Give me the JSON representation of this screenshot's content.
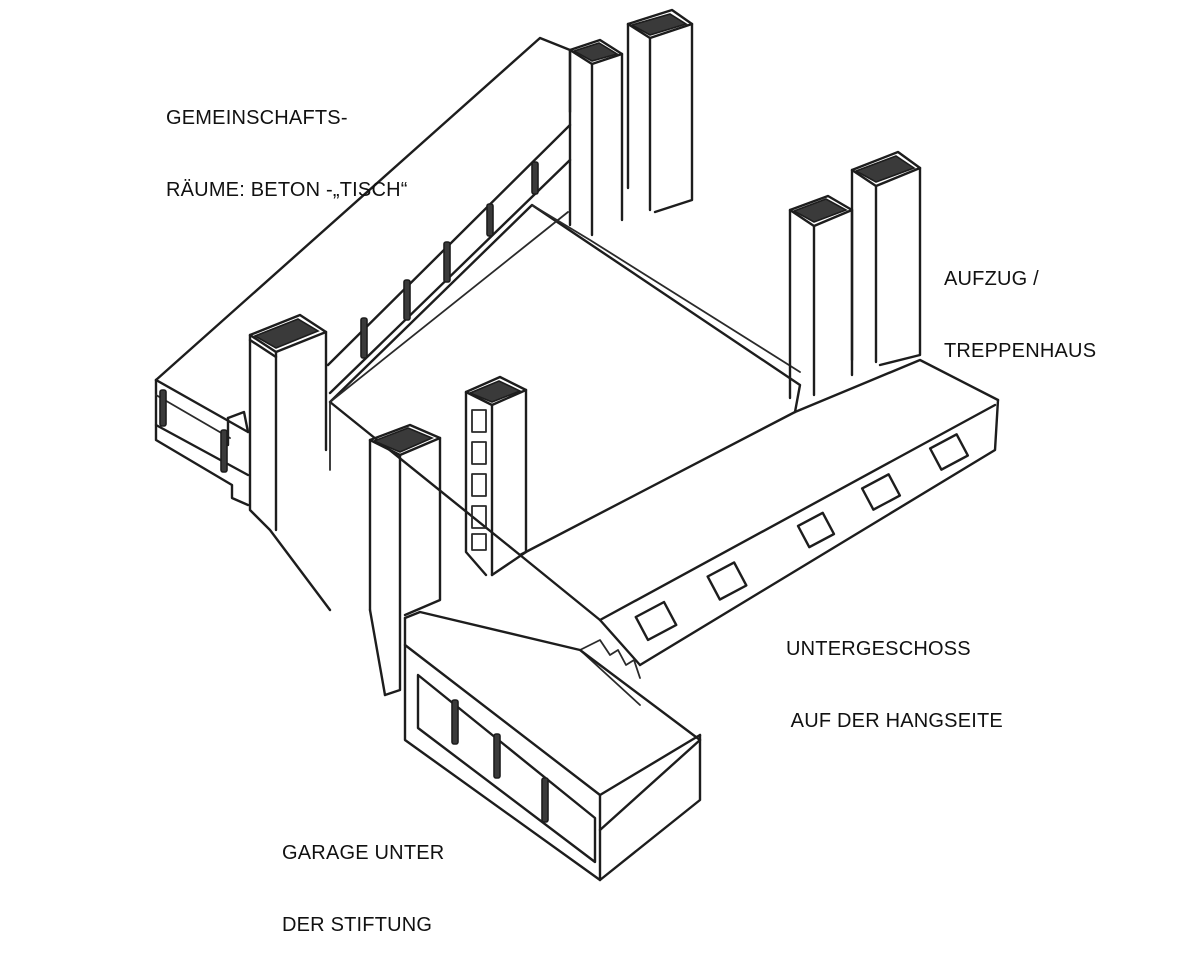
{
  "labels": {
    "gemeinschaftsraeume": {
      "line1": "GEMEINSCHAFTS-",
      "line2": "RÄUME: BETON -„TISCH“"
    },
    "aufzug": {
      "line1": "AUFZUG /",
      "line2": "TREPPENHAUS"
    },
    "untergeschoss": {
      "line1": "UNTERGESCHOSS",
      "line2": " AUF DER HANGSEITE"
    },
    "garage": {
      "line1": "GARAGE UNTER",
      "line2": "DER STIFTUNG"
    }
  },
  "colors": {
    "ink": "#1d1d1d",
    "paper": "#ffffff"
  }
}
